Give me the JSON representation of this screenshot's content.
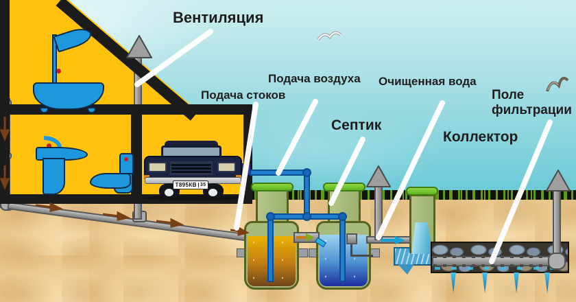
{
  "scene": {
    "labels": {
      "ventilation": "Вентиляция",
      "air_supply": "Подача воздуха",
      "sewage_supply": "Подача стоков",
      "purified_water": "Очищенная вода",
      "septic": "Септик",
      "collector": "Коллектор",
      "filtration_field": "Поле фильтрации"
    },
    "car": {
      "plate_number": "Т895КВ",
      "plate_region": "35"
    },
    "colors": {
      "sky_top": "#CDEEF0",
      "sky_bottom": "#67C8D6",
      "house_yellow": "#FFC30F",
      "structure_black": "#1B1B1B",
      "sand": "#E9C78E",
      "grass_green": "#5CA416",
      "pipe_gray": "#ABABAB",
      "air_pipe_blue": "#1E7FD0",
      "tank_green": "#A9BA7D",
      "lid_green": "#76C832",
      "sewage_liquid_top": "#EAB200",
      "sewage_liquid_bottom": "#6E4418",
      "clean_water_top": "#9FD4EF",
      "clean_water_bottom": "#1E2F9E",
      "flow_arrow_brown": "#7A4015",
      "water_blue": "#35A5D5",
      "callout_white": "#FFFFFF",
      "label_text": "#1D1D1D"
    },
    "icons": {
      "vent_arrow": "gray triangle-up ▲ on vent stacks (x3)",
      "flow_arrow": "brown right/down arrows on sewer pipe",
      "water_arrow": "blue arrow: purified water flow",
      "bird": "gull silhouette (x2)"
    }
  }
}
